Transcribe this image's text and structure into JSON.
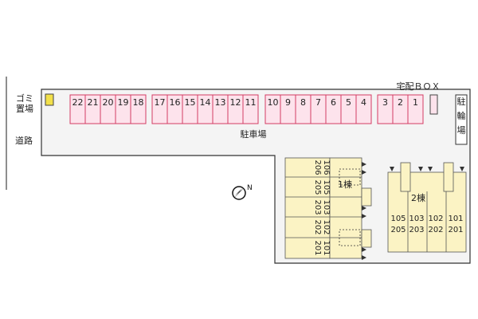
{
  "labels": {
    "garbage": [
      "ゴミ",
      "置場"
    ],
    "road": "道路",
    "parking": "駐車場",
    "delivery_box": "宅配ＢＯＸ",
    "bicycle_parking": "駐輪場",
    "building1": "1棟",
    "building2": "2棟"
  },
  "parking": {
    "group_a": [
      "22",
      "21",
      "20",
      "19",
      "18"
    ],
    "group_b": [
      "17",
      "16",
      "15",
      "14",
      "13",
      "12",
      "11"
    ],
    "group_c": [
      "10",
      "9",
      "8",
      "7",
      "6",
      "5",
      "4"
    ],
    "group_d": [
      "3",
      "2",
      "1"
    ]
  },
  "building1_units": {
    "row1": [
      "206",
      "106"
    ],
    "row2": [
      "205",
      "105"
    ],
    "row3": [
      "203",
      "103"
    ],
    "row4": [
      "202",
      "102"
    ],
    "row5": [
      "201",
      "101"
    ]
  },
  "building2_units": {
    "top": [
      "105",
      "103",
      "102",
      "101"
    ],
    "bottom": [
      "205",
      "203",
      "202",
      "201"
    ]
  },
  "colors": {
    "parking_fill": "#fde3ec",
    "parking_stroke": "#d43c64",
    "building_fill": "#fbf3c4",
    "garbage_fill": "#f2e04a",
    "site_fill": "#f4f4f4"
  },
  "icons": {
    "compass": "north-arrow-icon"
  }
}
